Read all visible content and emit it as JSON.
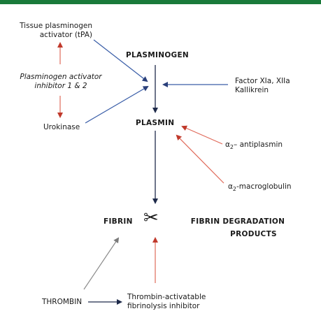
{
  "header_bar_color": "#1a7a3a",
  "colors": {
    "dark_arrow": "#1e2a4a",
    "blue_arrow": "#3a5ea8",
    "red_arrow": "#e06a5a",
    "gray_arrow": "#8a8a8a"
  },
  "nodes": {
    "plasminogen": "PLASMINOGEN",
    "plasmin": "PLASMIN",
    "fibrin": "FIBRIN",
    "fdp_line1": "FIBRIN DEGRADATION",
    "fdp_line2": "PRODUCTS",
    "thrombin": "THROMBIN"
  },
  "activators": {
    "tpa_line1": "Tissue plasminogen",
    "tpa_line2": "activator (tPA)",
    "pai_line1": "Plasminogen activator",
    "pai_line2": "inhibitor 1 & 2",
    "urokinase": "Urokinase",
    "factor_line1": "Factor XIa, XIIa",
    "factor_line2": "Kallikrein"
  },
  "inhibitors": {
    "antiplasmin_greek": "α",
    "antiplasmin_sub": "2",
    "antiplasmin_text": "– antiplasmin",
    "macroglobulin_greek": "α",
    "macroglobulin_sub": "2",
    "macroglobulin_text": "-macroglobulin",
    "tafi_line1": "Thrombin-activatable",
    "tafi_line2": "fibrinolysis inhibitor"
  },
  "scissors_icon": "scissors-icon"
}
